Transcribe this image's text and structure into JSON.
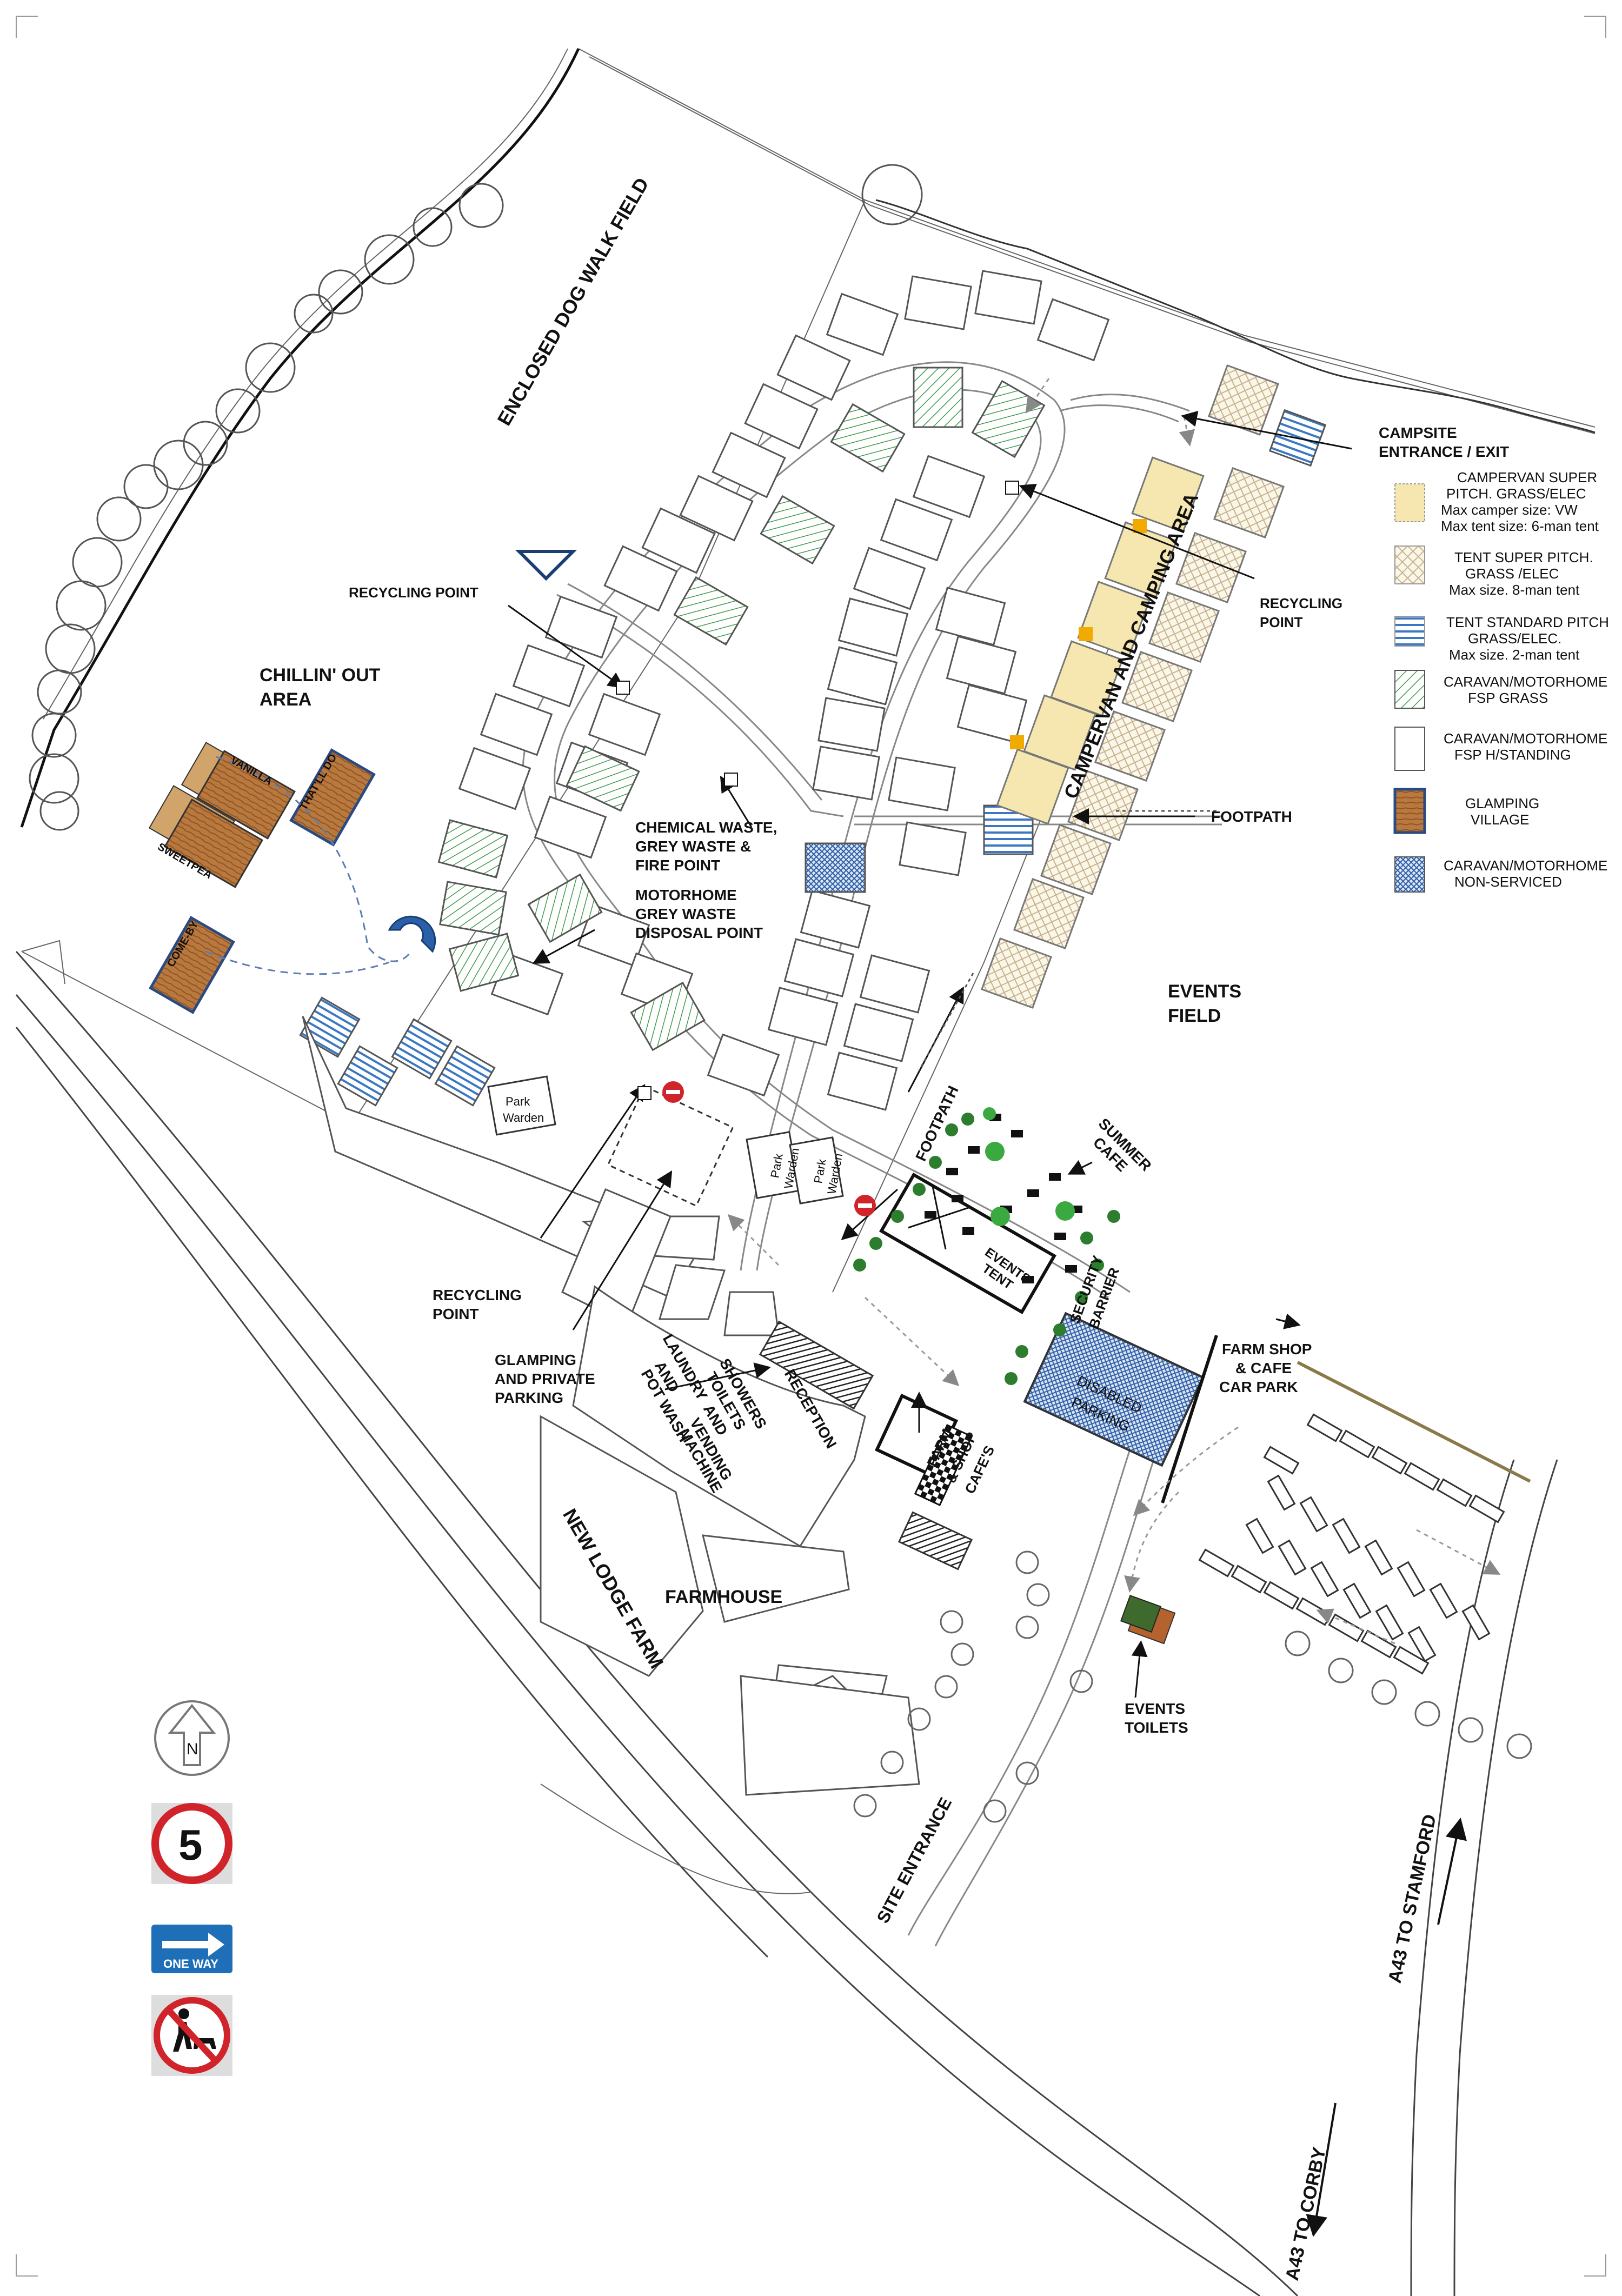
{
  "labels": {
    "dog_field": "ENCLOSED DOG WALK FIELD",
    "chillin_1": "CHILLIN' OUT",
    "chillin_2": "AREA",
    "recycling_top": "RECYCLING POINT",
    "chem_1": "CHEMICAL WASTE,",
    "chem_2": "GREY WASTE &",
    "chem_3": "FIRE POINT",
    "mh_1": "MOTORHOME",
    "mh_2": "GREY WASTE",
    "mh_3": "DISPOSAL POINT",
    "entrance_1": "CAMPSITE",
    "entrance_2": "ENTRANCE / EXIT",
    "recycling_right_1": "RECYCLING",
    "recycling_right_2": "POINT",
    "camping_area": "CAMPERVAN AND CAMPING AREA",
    "footpath_right": "FOOTPATH",
    "footpath_mid": "FOOTPATH",
    "events_1": "EVENTS",
    "events_2": "FIELD",
    "summer_1": "SUMMER",
    "summer_2": "CAFE",
    "events_tent_1": "EVENTS",
    "events_tent_2": "TENT",
    "security_1": "SECURITY",
    "security_2": "BARRIER",
    "disabled_1": "DISABLED",
    "disabled_2": "PARKING",
    "farmshop_car_1": "FARM SHOP",
    "farmshop_car_2": "& CAFE",
    "farmshop_car_3": "CAR PARK",
    "park_warden": "Park",
    "park_warden_2": "Warden",
    "recycling_bottom_1": "RECYCLING",
    "recycling_bottom_2": "POINT",
    "glamping_park_1": "GLAMPING",
    "glamping_park_2": "AND PRIVATE",
    "glamping_park_3": "PARKING",
    "laundry_1": "LAUNDRY",
    "laundry_2": "AND",
    "laundry_3": "POT WASH",
    "showers_1": "SHOWERS",
    "showers_2": "TOILETS",
    "showers_3": "AND",
    "showers_4": "VENDING",
    "showers_5": "MACHINE",
    "reception": "RECEPTION",
    "farmshop_1": "FARM",
    "farmshop_2": "& SHOP",
    "farmshop_3": "CAFE'S",
    "farmhouse": "FARMHOUSE",
    "new_lodge": "NEW LODGE FARM",
    "events_toilets_1": "EVENTS",
    "events_toilets_2": "TOILETS",
    "site_entrance": "SITE ENTRANCE",
    "to_stamford": "A43   TO STAMFORD",
    "to_corby": "A43   TO CORBY",
    "vanilla": "VANILLA",
    "sweetpea": "SWEETPEA",
    "thatll_do": "THAT'LL DO",
    "come_by": "COME-BY",
    "speed": "5",
    "one_way": "ONE WAY",
    "north": "N"
  },
  "legend": [
    {
      "type": "campervan-super",
      "lines": [
        "CAMPERVAN SUPER",
        "PITCH. GRASS/ELEC",
        "Max camper size: VW",
        "Max tent size: 6-man tent"
      ]
    },
    {
      "type": "tent-super",
      "lines": [
        "TENT SUPER PITCH.",
        "GRASS /ELEC",
        "Max size. 8-man tent"
      ]
    },
    {
      "type": "tent-standard",
      "lines": [
        "TENT STANDARD PITCH",
        "GRASS/ELEC.",
        "Max size. 2-man tent"
      ]
    },
    {
      "type": "caravan-grass",
      "lines": [
        "CARAVAN/MOTORHOME",
        "FSP GRASS"
      ]
    },
    {
      "type": "caravan-hard",
      "lines": [
        "CARAVAN/MOTORHOME",
        "FSP H/STANDING"
      ]
    },
    {
      "type": "glamping",
      "lines": [
        "GLAMPING",
        "VILLAGE"
      ]
    },
    {
      "type": "non-serviced",
      "lines": [
        "CARAVAN/MOTORHOME",
        "NON-SERVICED"
      ]
    }
  ],
  "colors": {
    "campervan": "#f6e7b0",
    "glamping": "#b9783d",
    "tent_standard": "#3a78c2",
    "grass": "#3f9b4a",
    "sign_red": "#d0232a",
    "one_way_blue": "#1e6fb8"
  }
}
